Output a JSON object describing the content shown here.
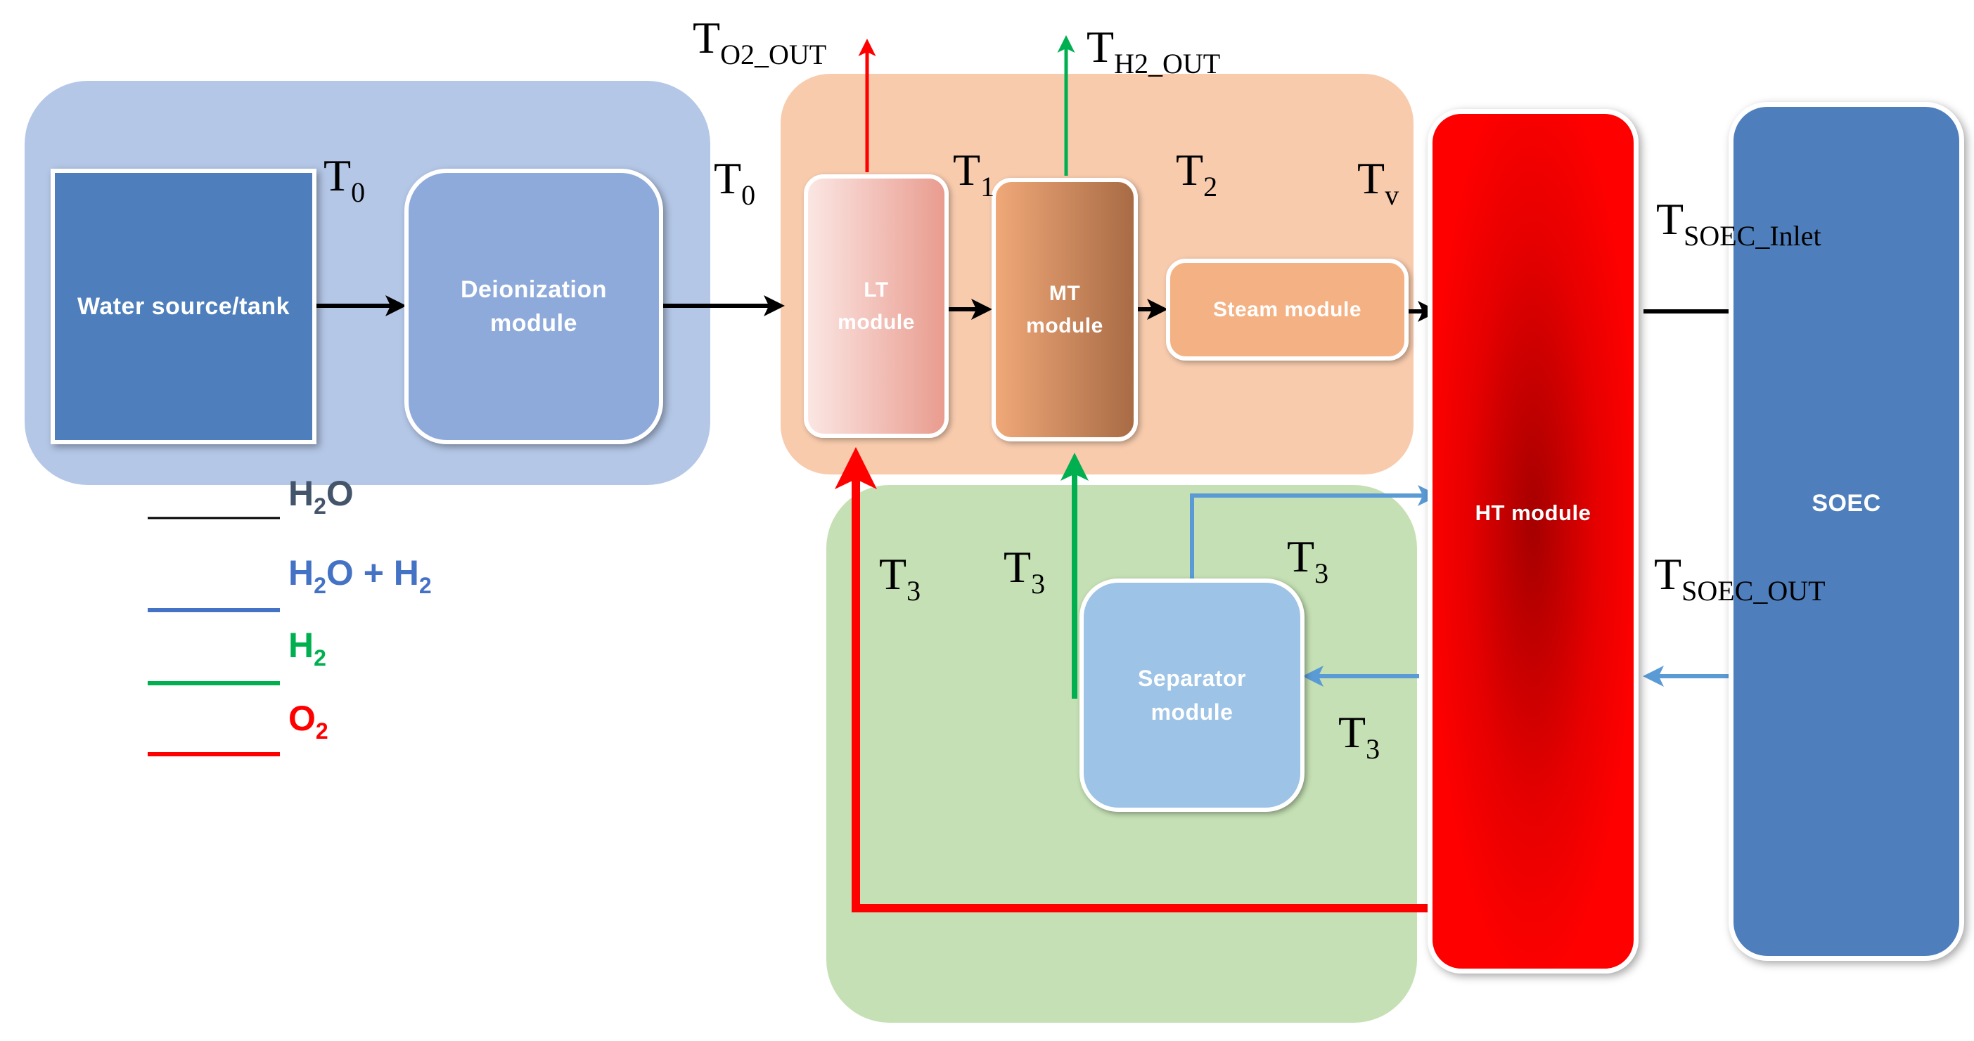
{
  "modules": {
    "water_source": "Water source/tank",
    "deionization": "Deionization\nmodule",
    "lt": "LT\nmodule",
    "mt": "MT\nmodule",
    "steam": "Steam module",
    "separator": "Separator\nmodule",
    "ht": "HT module",
    "soec": "SOEC"
  },
  "temperatures": {
    "t_o2_out": {
      "main": "T",
      "sub": "O2_OUT"
    },
    "t_h2_out": {
      "main": "T",
      "sub": "H2_OUT"
    },
    "t0": {
      "main": "T",
      "sub": "0"
    },
    "t1": {
      "main": "T",
      "sub": "1"
    },
    "t2": {
      "main": "T",
      "sub": "2"
    },
    "tv": {
      "main": "T",
      "sub": "v"
    },
    "t3": {
      "main": "T",
      "sub": "3"
    },
    "t_soec_inlet": {
      "main": "T",
      "sub": "SOEC_Inlet"
    },
    "t_soec_out": {
      "main": "T",
      "sub": "SOEC_OUT"
    }
  },
  "legend": [
    {
      "main": "H",
      "sub": "2",
      "rest": "O",
      "color": "#000000"
    },
    {
      "main": "H",
      "sub": "2",
      "rest": "O + H",
      "sub2": "2",
      "color": "#4472c4"
    },
    {
      "main": "H",
      "sub": "2",
      "rest": "",
      "color": "#00b050"
    },
    {
      "main": "O",
      "sub": "2",
      "rest": "",
      "color": "#ff0000"
    }
  ],
  "colors": {
    "water_region": "#b4c7e7",
    "heating_region": "#f8cbad",
    "separation_region": "#c5e0b4",
    "h2o_flow": "#000000",
    "h2o_h2_flow": "#5b9bd5",
    "h2_flow": "#00b050",
    "o2_flow": "#ff0000"
  },
  "icons": [
    "arrow-right-icon",
    "arrow-up-icon",
    "arrow-left-icon"
  ]
}
